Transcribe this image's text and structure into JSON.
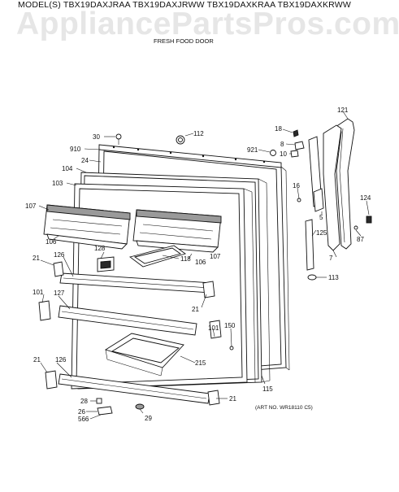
{
  "header": {
    "model_line": "MODEL(S) TBX19DAXJRAA  TBX19DAXJRWW  TBX19DAXKRAA  TBX19DAXKRWW",
    "watermark": "AppliancePartsPros.com",
    "subtitle": "FRESH FOOD DOOR"
  },
  "footer": {
    "art_number": "(ART NO. WR18110 C5)"
  },
  "callouts": {
    "c30": "30",
    "c112": "112",
    "c910": "910",
    "c24": "24",
    "c104": "104",
    "c103": "103",
    "c107a": "107",
    "c106a": "106",
    "c128": "128",
    "c118": "118",
    "c106b": "106",
    "c107b": "107",
    "c21a": "21",
    "c126a": "126",
    "c101a": "101",
    "c127": "127",
    "c21b": "21",
    "c101b": "101",
    "c150": "150",
    "c215": "215",
    "c21c": "21",
    "c126b": "126",
    "c21d": "21",
    "c28": "28",
    "c26": "26",
    "c566": "566",
    "c29": "29",
    "c115": "115",
    "c18": "18",
    "c8": "8",
    "c921": "921",
    "c10": "10",
    "c16": "16",
    "c5": "5",
    "c121": "121",
    "c124": "124",
    "c125": "125",
    "c87": "87",
    "c7": "7",
    "c113": "113"
  }
}
